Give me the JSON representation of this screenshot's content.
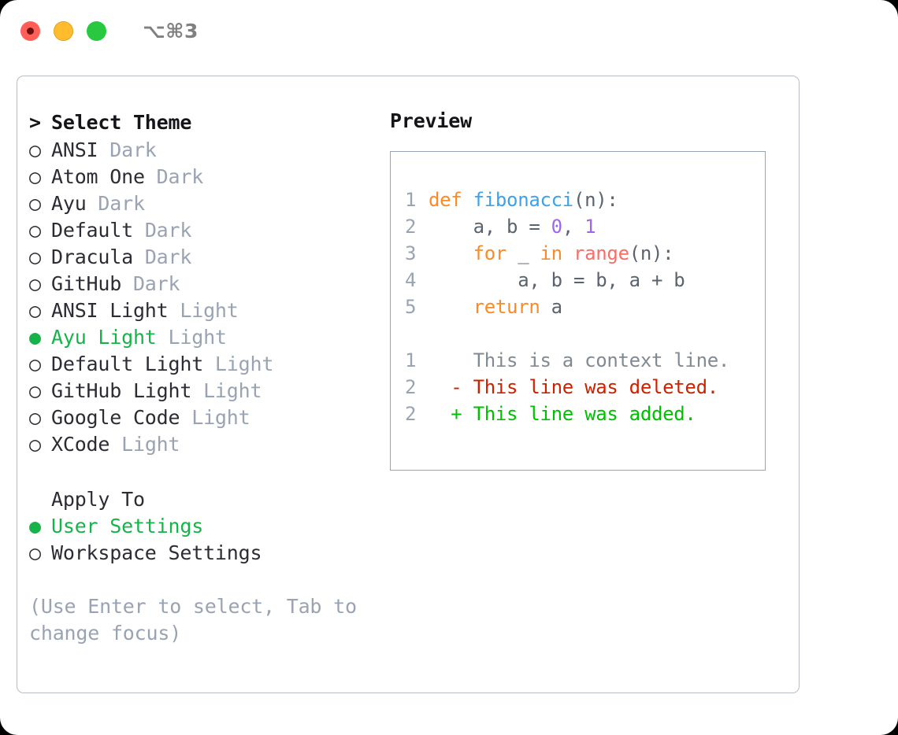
{
  "window": {
    "shortcut": "⌥⌘3",
    "traffic_lights": [
      {
        "name": "close",
        "color": "#ff5f57"
      },
      {
        "name": "minimize",
        "color": "#ffbd2e"
      },
      {
        "name": "maximize",
        "color": "#28c840"
      }
    ]
  },
  "theme_panel": {
    "header": "Select Theme",
    "header_prefix": ">",
    "marker_selected": "●",
    "marker_unselected": "○",
    "items": [
      {
        "name": "ANSI",
        "variant": "Dark",
        "selected": false
      },
      {
        "name": "Atom One",
        "variant": "Dark",
        "selected": false
      },
      {
        "name": "Ayu",
        "variant": "Dark",
        "selected": false
      },
      {
        "name": "Default",
        "variant": "Dark",
        "selected": false
      },
      {
        "name": "Dracula",
        "variant": "Dark",
        "selected": false
      },
      {
        "name": "GitHub",
        "variant": "Dark",
        "selected": false
      },
      {
        "name": "ANSI Light",
        "variant": "Light",
        "selected": false
      },
      {
        "name": "Ayu Light",
        "variant": "Light",
        "selected": true
      },
      {
        "name": "Default Light",
        "variant": "Light",
        "selected": false
      },
      {
        "name": "GitHub Light",
        "variant": "Light",
        "selected": false
      },
      {
        "name": "Google Code",
        "variant": "Light",
        "selected": false
      },
      {
        "name": "XCode",
        "variant": "Light",
        "selected": false
      }
    ]
  },
  "apply_to": {
    "header": "Apply To",
    "items": [
      {
        "name": "User Settings",
        "selected": true
      },
      {
        "name": "Workspace Settings",
        "selected": false
      }
    ]
  },
  "hint": "(Use Enter to select, Tab to change focus)",
  "preview": {
    "title": "Preview",
    "code": [
      {
        "lineno": "1",
        "tokens": [
          {
            "text": "def ",
            "kind": "kw"
          },
          {
            "text": "fibonacci",
            "kind": "fn"
          },
          {
            "text": "(n):",
            "kind": "punct"
          }
        ]
      },
      {
        "lineno": "2",
        "tokens": [
          {
            "text": "    a, b = ",
            "kind": "plain"
          },
          {
            "text": "0",
            "kind": "num"
          },
          {
            "text": ", ",
            "kind": "plain"
          },
          {
            "text": "1",
            "kind": "num"
          }
        ]
      },
      {
        "lineno": "3",
        "tokens": [
          {
            "text": "    ",
            "kind": "plain"
          },
          {
            "text": "for",
            "kind": "kw"
          },
          {
            "text": " _ ",
            "kind": "plain"
          },
          {
            "text": "in",
            "kind": "kw"
          },
          {
            "text": " ",
            "kind": "plain"
          },
          {
            "text": "range",
            "kind": "builtin"
          },
          {
            "text": "(n):",
            "kind": "punct"
          }
        ]
      },
      {
        "lineno": "4",
        "tokens": [
          {
            "text": "        a, b = b, a + b",
            "kind": "plain"
          }
        ]
      },
      {
        "lineno": "5",
        "tokens": [
          {
            "text": "    ",
            "kind": "plain"
          },
          {
            "text": "return",
            "kind": "kw"
          },
          {
            "text": " a",
            "kind": "plain"
          }
        ]
      }
    ],
    "diff": [
      {
        "lineno": "1",
        "sign": " ",
        "text": "This is a context line.",
        "kind": "ctx"
      },
      {
        "lineno": "2",
        "sign": "-",
        "text": "This line was deleted.",
        "kind": "del"
      },
      {
        "lineno": "2",
        "sign": "+",
        "text": "This line was added.",
        "kind": "add"
      }
    ]
  },
  "colors": {
    "selected_green": "#17b34a",
    "dim_gray": "#9aa3b2",
    "keyword_orange": "#f98b28",
    "function_blue": "#3ba3eb",
    "builtin_red": "#f76d67",
    "number_purple": "#a166e8",
    "diff_deleted": "#cc2200",
    "diff_added": "#00c000",
    "panel_border": "#b8bcc4",
    "preview_border": "#9aa3b2"
  }
}
